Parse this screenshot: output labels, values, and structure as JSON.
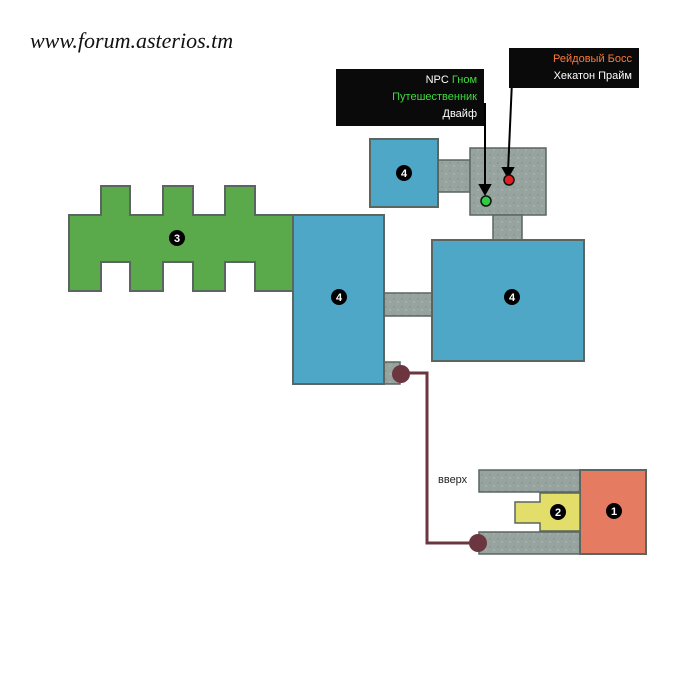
{
  "watermark": "www.forum.asterios.tm",
  "npc": {
    "prefix": "NPC",
    "title": "Гном Путешественник",
    "name": "Двайф",
    "color": "#2ecc40"
  },
  "boss": {
    "title": "Рейдовый Босс",
    "name": "Хекатон Прайм",
    "color": "#e02020"
  },
  "up_label": "вверх",
  "zones": {
    "z1": "1",
    "z2": "2",
    "z3": "3",
    "z4a": "4",
    "z4b": "4",
    "z4c": "4"
  },
  "colors": {
    "water": "#4ea7c7",
    "green_zone": "#5aaa4c",
    "yellow_zone": "#e3de6a",
    "red_zone": "#e57b60",
    "corridor": "#8c9a94",
    "path": "#6b3640"
  }
}
